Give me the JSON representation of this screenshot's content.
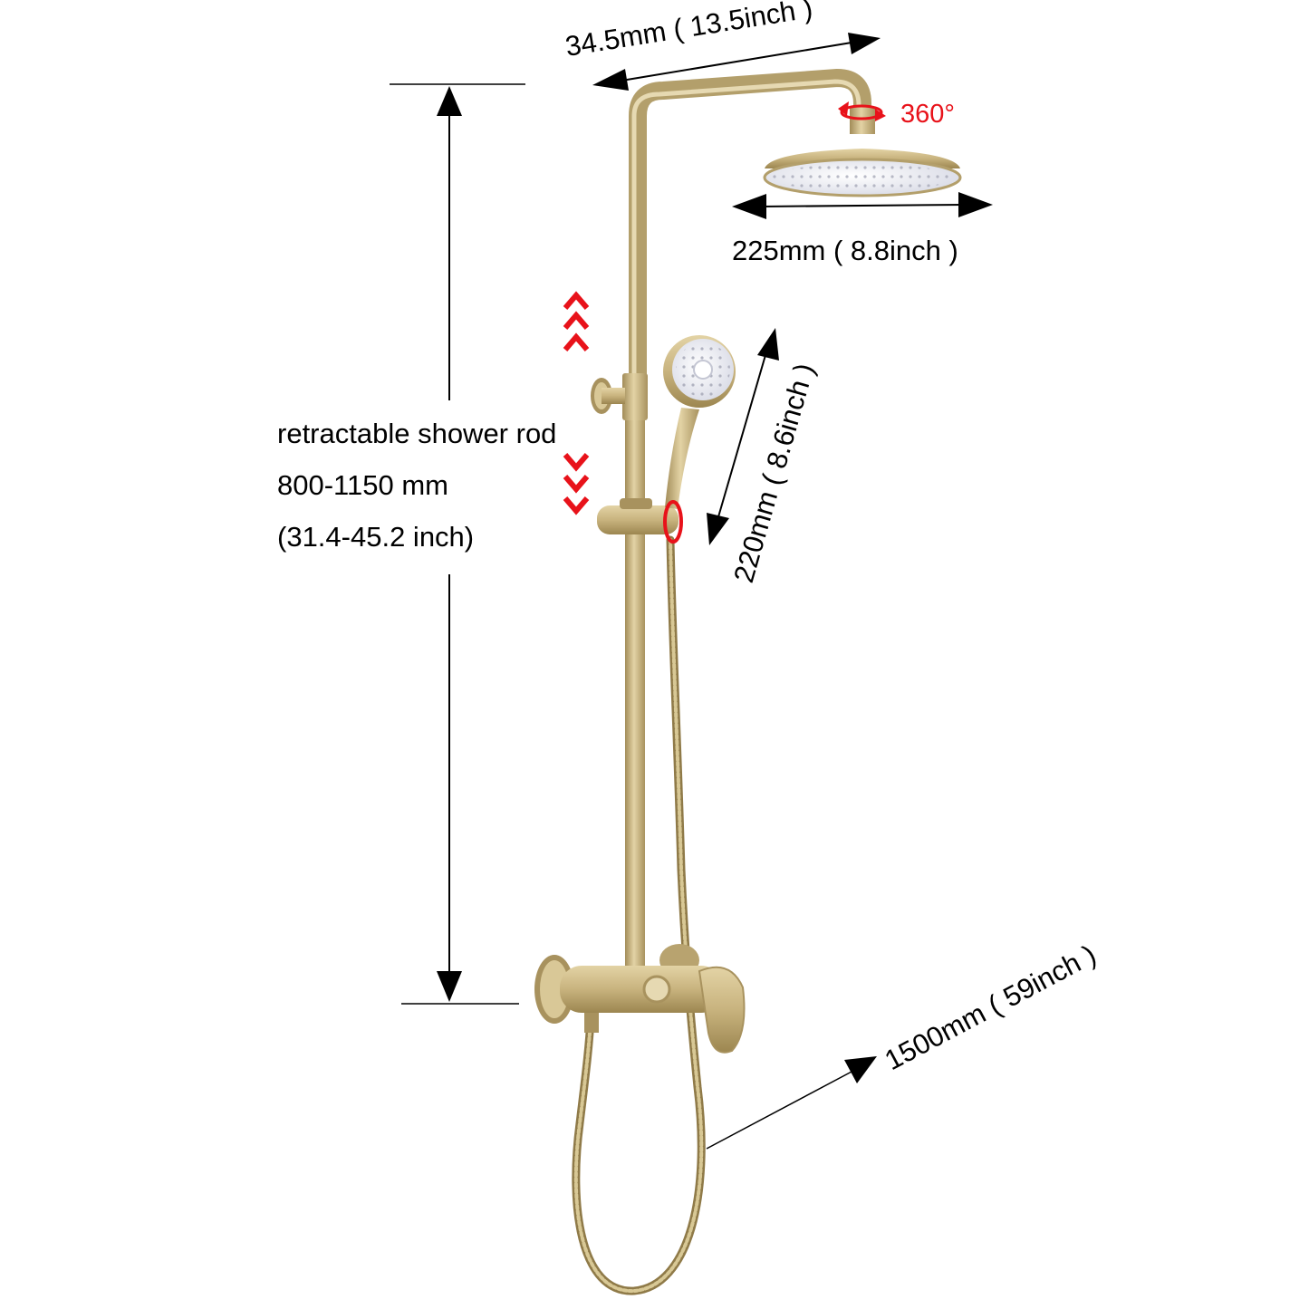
{
  "dimensions": {
    "arm_length": "34.5mm ( 13.5inch )",
    "rotation": "360°",
    "head_diameter": "225mm ( 8.8inch )",
    "rod_label": "retractable shower rod",
    "rod_range_mm": "800-1150 mm",
    "rod_range_inch": "(31.4-45.2 inch)",
    "handheld_length": "220mm ( 8.6inch )",
    "hose_length": "1500mm ( 59inch )"
  },
  "colors": {
    "brass": "#c8b37e",
    "brass_dark": "#a28c58",
    "brass_light": "#e8dcb8",
    "accent_red": "#e8121a",
    "ink": "#000000"
  }
}
